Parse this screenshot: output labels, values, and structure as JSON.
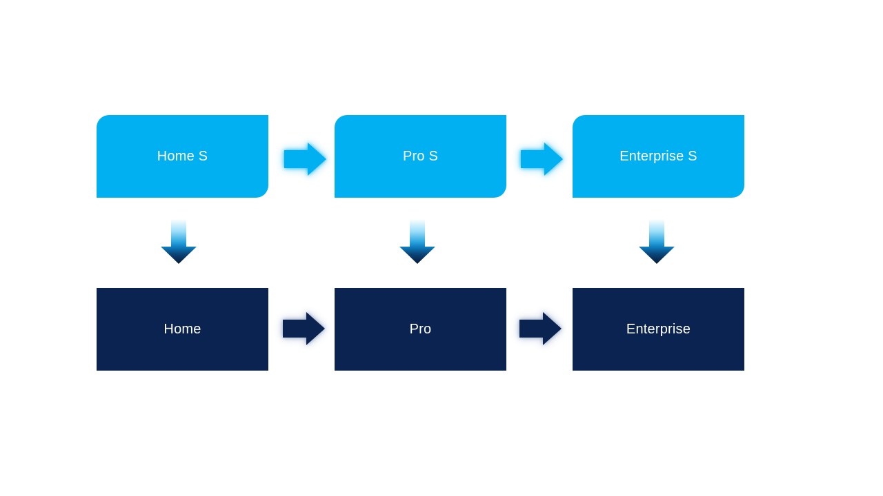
{
  "diagram": {
    "type": "flow",
    "description": "Product tier upgrade flow, two rows linked by arrows",
    "top_row": {
      "boxes": [
        {
          "label": "Home S"
        },
        {
          "label": "Pro S"
        },
        {
          "label": "Enterprise S"
        }
      ]
    },
    "bottom_row": {
      "boxes": [
        {
          "label": "Home"
        },
        {
          "label": "Pro"
        },
        {
          "label": "Enterprise"
        }
      ]
    },
    "connections": {
      "horizontal_top": [
        [
          "Home S",
          "Pro S"
        ],
        [
          "Pro S",
          "Enterprise S"
        ]
      ],
      "horizontal_bottom": [
        [
          "Home",
          "Pro"
        ],
        [
          "Pro",
          "Enterprise"
        ]
      ],
      "vertical": [
        [
          "Home S",
          "Home"
        ],
        [
          "Pro S",
          "Pro"
        ],
        [
          "Enterprise S",
          "Enterprise"
        ]
      ]
    }
  },
  "colors": {
    "background": "#FFFFFF",
    "top_box_fill": "#00B0F0",
    "bottom_box_fill": "#0B2350",
    "box_text": "#FFFFFF",
    "cyan_arrow_fill": "#00B0F0",
    "navy_arrow_fill": "#0B2350",
    "down_gradient_0": "#FFFFFF",
    "down_gradient_1": "#9ADDF9",
    "down_gradient_2": "#2FA8E1",
    "down_gradient_3": "#0E7FC0",
    "down_gradient_4": "#0A4679",
    "down_gradient_5": "#06193C"
  }
}
